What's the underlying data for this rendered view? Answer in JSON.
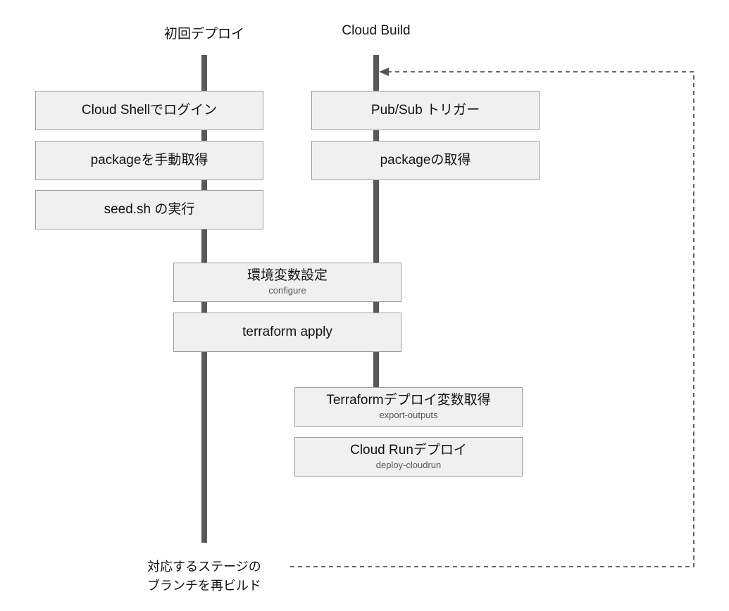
{
  "lanes": {
    "initial": {
      "header": "初回デプロイ"
    },
    "cloud_build": {
      "header": "Cloud Build"
    }
  },
  "steps": {
    "login": {
      "title": "Cloud Shellでログイン"
    },
    "manual_package": {
      "title": "packageを手動取得"
    },
    "seed": {
      "title": "seed.sh の実行"
    },
    "pubsub": {
      "title": "Pub/Sub トリガー"
    },
    "get_package": {
      "title": "packageの取得"
    },
    "env_config": {
      "title": "環境変数設定",
      "subtitle": "configure"
    },
    "terraform_apply": {
      "title": "terraform apply"
    },
    "tf_outputs": {
      "title": "Terraformデプロイ変数取得",
      "subtitle": "export-outputs"
    },
    "cloud_run": {
      "title": "Cloud Runデプロイ",
      "subtitle": "deploy-cloudrun"
    }
  },
  "footer": {
    "line1": "対応するステージの",
    "line2": "ブランチを再ビルド"
  }
}
